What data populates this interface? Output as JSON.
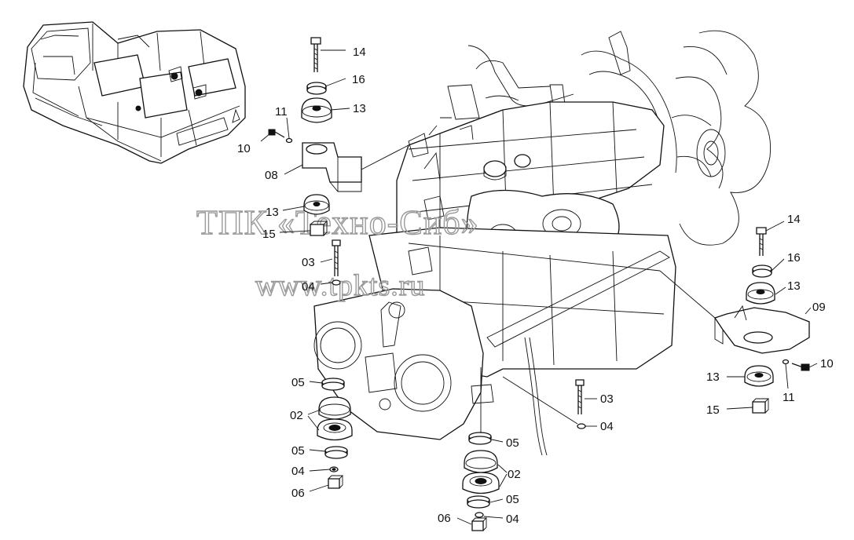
{
  "watermark": {
    "line1": "ТПК «Техно-Сиб»",
    "line2": "www.tpkts.ru"
  },
  "labels": {
    "l14a": "14",
    "l16a": "16",
    "l13a": "13",
    "l11a": "11",
    "l10a": "10",
    "l08": "08",
    "l13b": "13",
    "l15a": "15",
    "l03a": "03",
    "l04a": "04",
    "l05a": "05",
    "l02a": "02",
    "l05b": "05",
    "l04b": "04",
    "l06a": "06",
    "l03b": "03",
    "l04c": "04",
    "l05c": "05",
    "l02b": "02",
    "l05d": "05",
    "l06b": "06",
    "l04d": "04",
    "l14b": "14",
    "l16b": "16",
    "l13c": "13",
    "l09": "09",
    "l10b": "10",
    "l13d": "13",
    "l11b": "11",
    "l15b": "15"
  }
}
